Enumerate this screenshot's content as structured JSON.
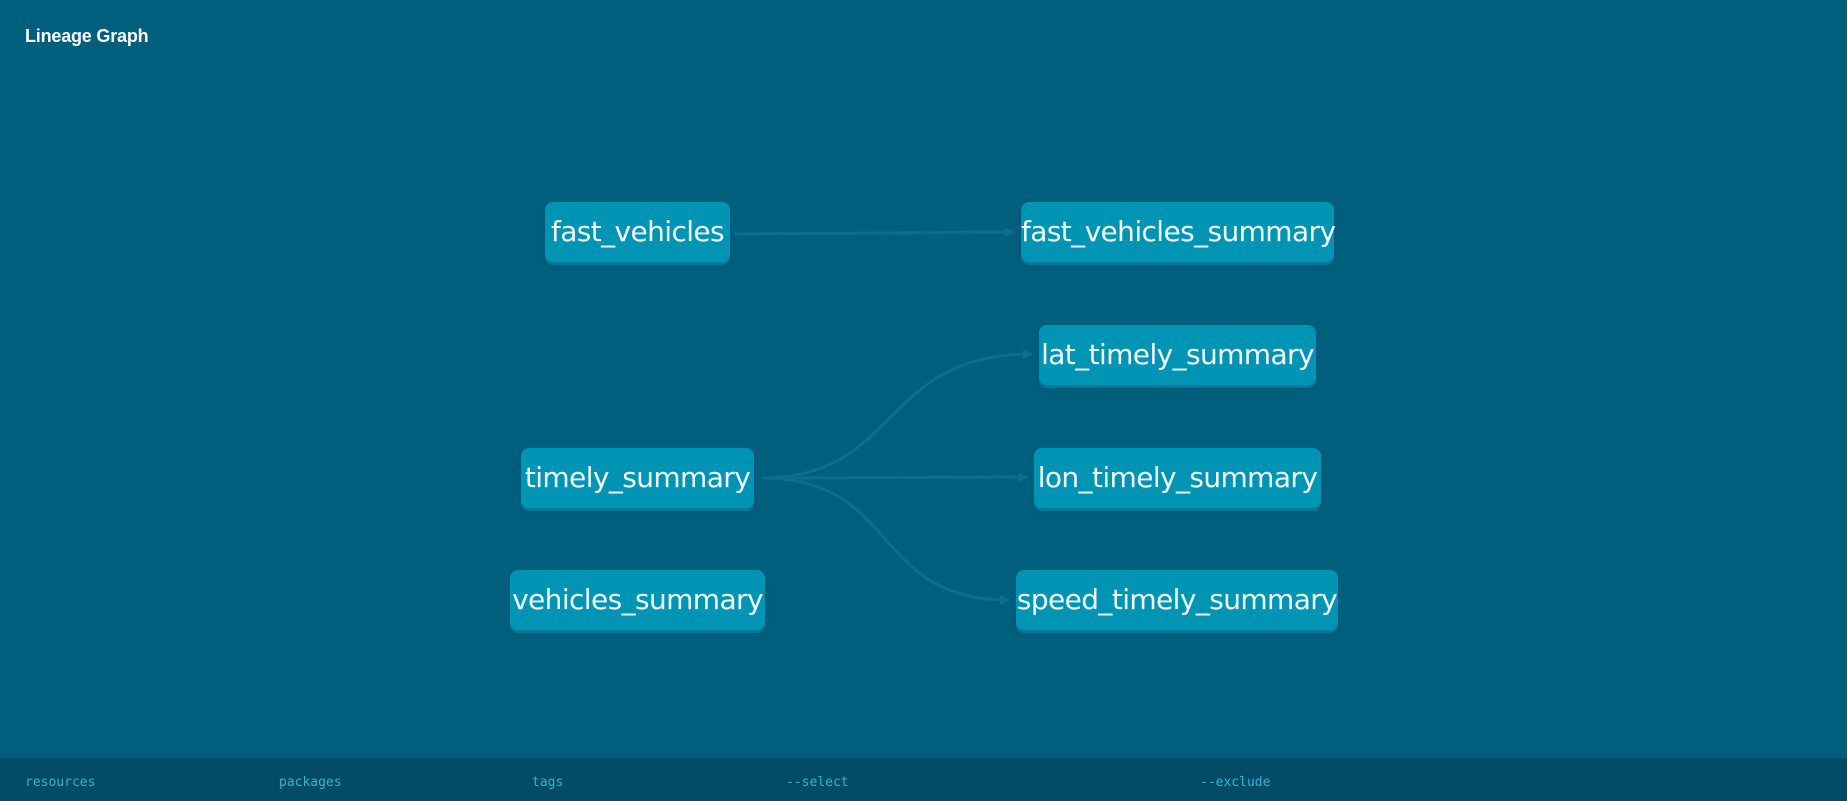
{
  "header": {
    "title": "Lineage Graph"
  },
  "colors": {
    "background": "#005f7d",
    "node_fill": "#0094b4",
    "edge": "#0a6f8c",
    "footer_bg": "#004c66",
    "footer_text": "#33b3cf"
  },
  "graph": {
    "nodes": {
      "fast_vehicles": "fast_vehicles",
      "fast_vehicles_summary": "fast_vehicles_summary",
      "lat_timely_summary": "lat_timely_summary",
      "timely_summary": "timely_summary",
      "lon_timely_summary": "lon_timely_summary",
      "vehicles_summary": "vehicles_summary",
      "speed_timely_summary": "speed_timely_summary"
    },
    "edges": [
      {
        "from": "fast_vehicles",
        "to": "fast_vehicles_summary"
      },
      {
        "from": "timely_summary",
        "to": "lat_timely_summary"
      },
      {
        "from": "timely_summary",
        "to": "lon_timely_summary"
      },
      {
        "from": "timely_summary",
        "to": "speed_timely_summary"
      }
    ]
  },
  "footer": {
    "resources": "resources",
    "packages": "packages",
    "tags": "tags",
    "select": "--select",
    "exclude": "--exclude"
  }
}
